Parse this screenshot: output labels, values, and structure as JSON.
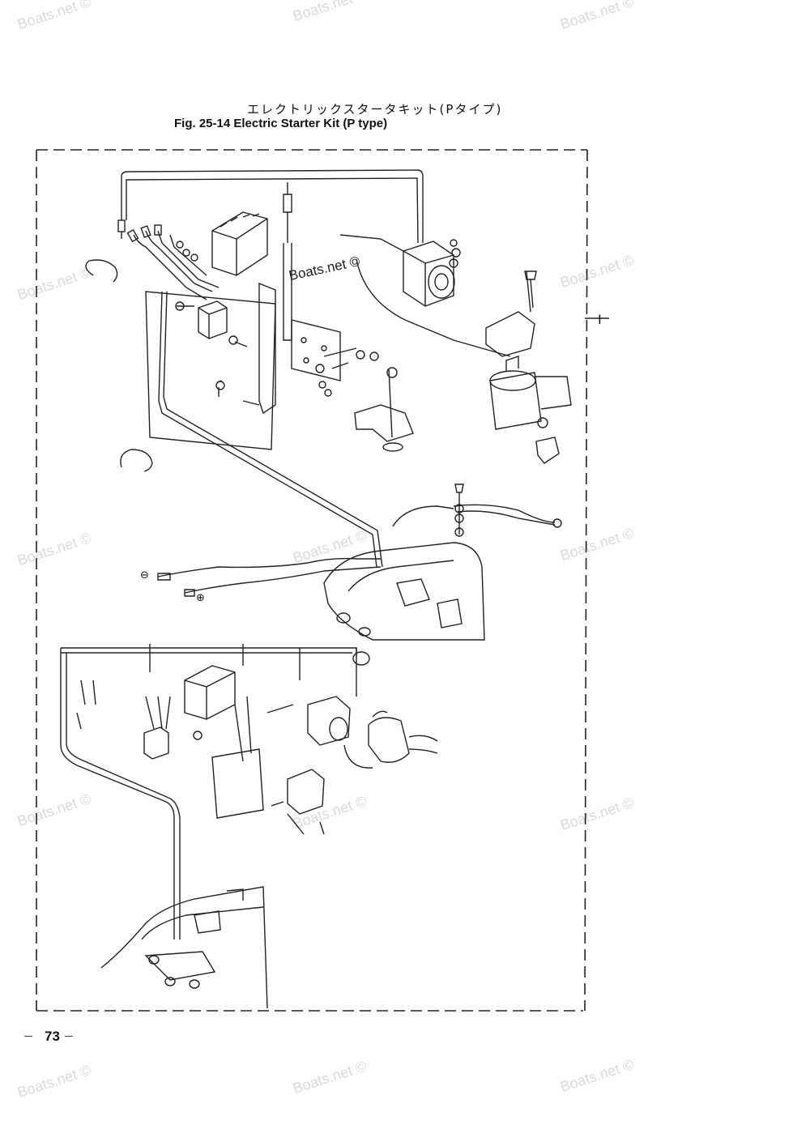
{
  "header": {
    "title_jp": "エレクトリックスタータキット(Pタイプ)",
    "title_en": "Fig. 25-14   Electric Starter Kit (P type)"
  },
  "watermark": {
    "text": "Boats.net ©",
    "color": "#d9d9d9"
  },
  "side_mark": "I",
  "page_number": "73",
  "symbols": {
    "negative": "⊖",
    "positive": "⊕"
  }
}
